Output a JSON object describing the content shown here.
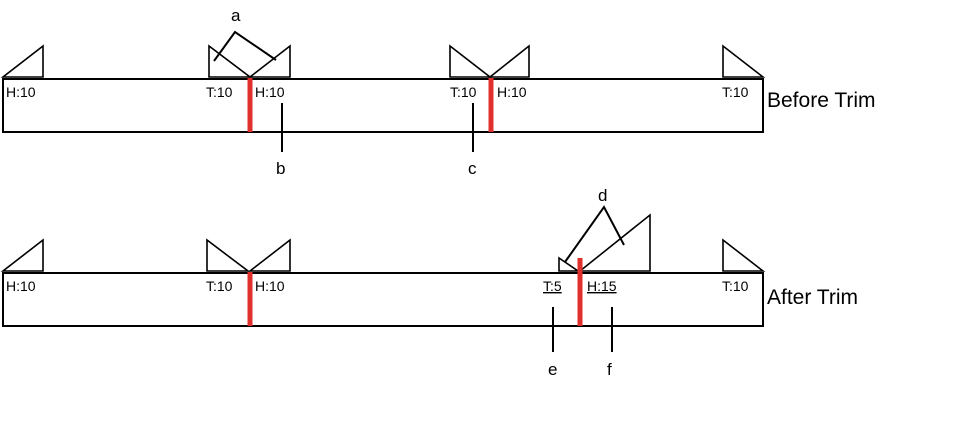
{
  "colors": {
    "cut_marker": "#e0302e",
    "stroke": "#000000",
    "background": "#ffffff"
  },
  "before": {
    "row_label": "Before Trim",
    "clip_labels": [
      "H:10",
      "T:10",
      "H:10",
      "T:10",
      "H:10",
      "T:10"
    ],
    "callouts": {
      "a": "a",
      "b": "b",
      "c": "c"
    }
  },
  "after": {
    "row_label": "After Trim",
    "clip_labels": [
      "H:10",
      "T:10",
      "H:10",
      "T:5",
      "H:15",
      "T:10"
    ],
    "callouts": {
      "d": "d",
      "e": "e",
      "f": "f"
    }
  }
}
